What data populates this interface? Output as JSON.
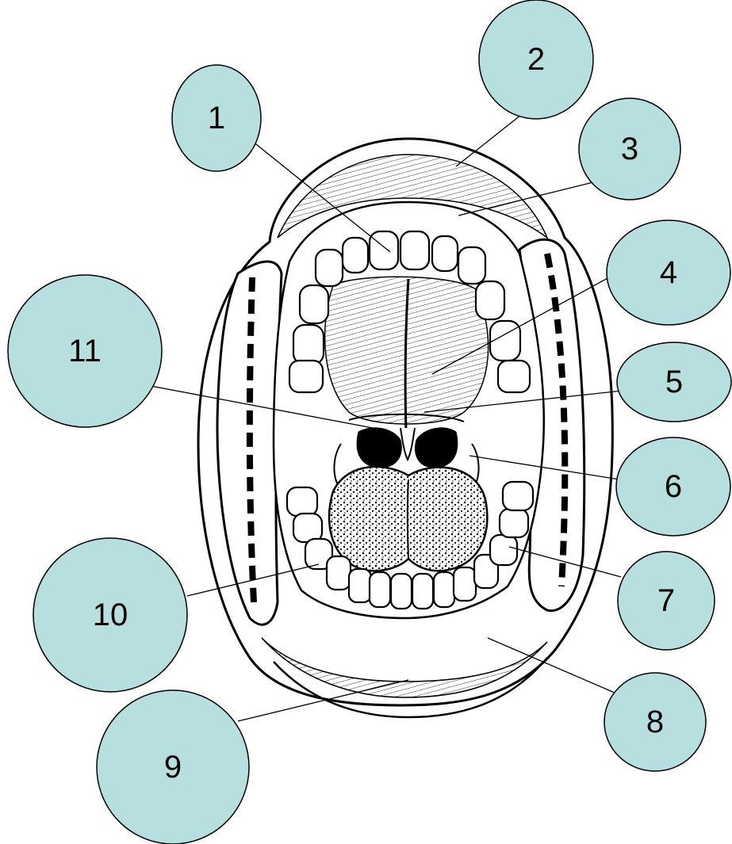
{
  "diagram": {
    "colors": {
      "callout_fill": "#b7dfdf",
      "ink": "#000000",
      "paper": "#ffffff"
    },
    "callouts": [
      {
        "id": "1",
        "label": "1"
      },
      {
        "id": "2",
        "label": "2"
      },
      {
        "id": "3",
        "label": "3"
      },
      {
        "id": "4",
        "label": "4"
      },
      {
        "id": "5",
        "label": "5"
      },
      {
        "id": "6",
        "label": "6"
      },
      {
        "id": "7",
        "label": "7"
      },
      {
        "id": "8",
        "label": "8"
      },
      {
        "id": "9",
        "label": "9"
      },
      {
        "id": "10",
        "label": "10"
      },
      {
        "id": "11",
        "label": "11"
      }
    ]
  }
}
